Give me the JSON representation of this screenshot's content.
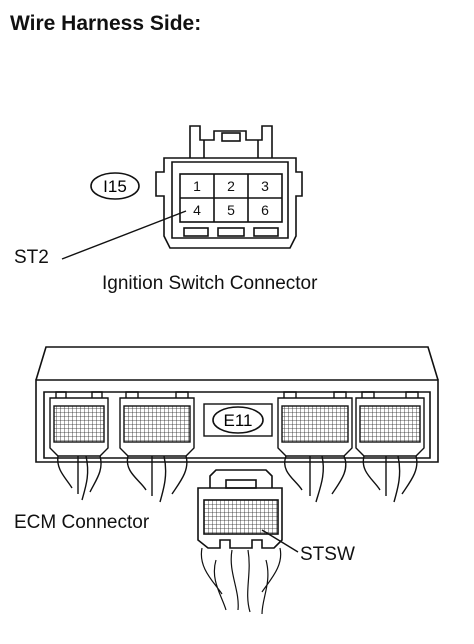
{
  "heading": "Wire Harness Side:",
  "ignition_connector": {
    "code": "I15",
    "name": "Ignition Switch Connector",
    "pins": [
      "1",
      "2",
      "3",
      "4",
      "5",
      "6"
    ],
    "callout": "ST2"
  },
  "ecm_connector": {
    "code": "E11",
    "name": "ECM Connector",
    "callout": "STSW"
  }
}
